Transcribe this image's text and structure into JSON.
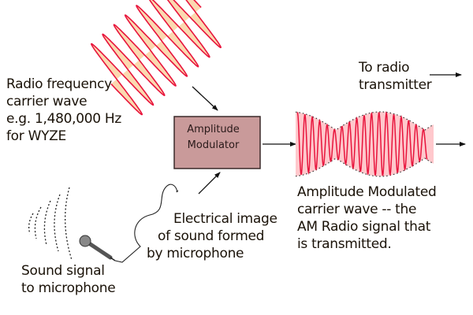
{
  "labels": {
    "carrier": [
      "Radio frequency",
      "carrier wave",
      "e.g. 1,480,000 Hz",
      "for WYZE"
    ],
    "transmitter": [
      "To radio",
      "transmitter"
    ],
    "modulator": [
      "Amplitude",
      "Modulator"
    ],
    "am_wave": [
      "Amplitude Modulated",
      "carrier wave -- the",
      "AM Radio signal that",
      "is transmitted."
    ],
    "electrical": [
      "Electrical image",
      "of sound formed",
      "by microphone"
    ],
    "sound": [
      "Sound signal",
      "to microphone"
    ]
  },
  "colors": {
    "wave_stroke": "#e8143c",
    "carrier_fill": "#fbd9b0",
    "am_fill": "#ffc8cc",
    "modulator_fill": "#c99a9a",
    "text": "#1a1208"
  }
}
